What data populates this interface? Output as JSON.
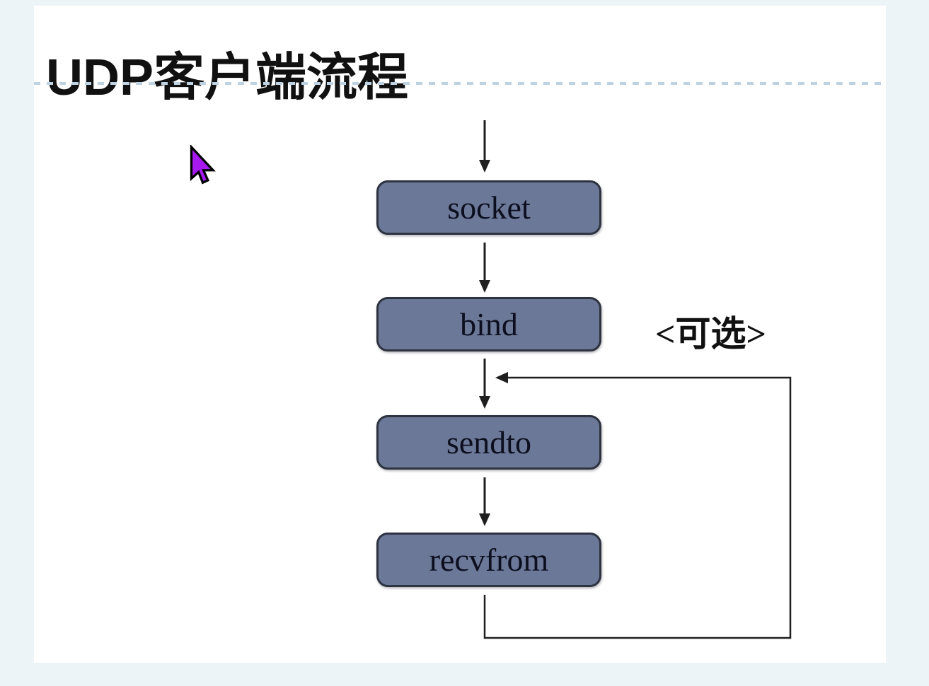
{
  "window": {
    "background_color": "#edf4f8",
    "slide_background_color": "#ffffff"
  },
  "slide": {
    "title": "UDP客户端流程",
    "divider_color": "#bdd3e3"
  },
  "flowchart": {
    "nodes": [
      {
        "label": "socket"
      },
      {
        "label": "bind"
      },
      {
        "label": "sendto"
      },
      {
        "label": "recvfrom"
      }
    ],
    "annotation": "<可选>",
    "node_fill_color": "#6b7898",
    "node_border_color": "#2e3340",
    "connector_color": "#1f1f1f"
  },
  "cursor": {
    "color": "#a61af0"
  }
}
